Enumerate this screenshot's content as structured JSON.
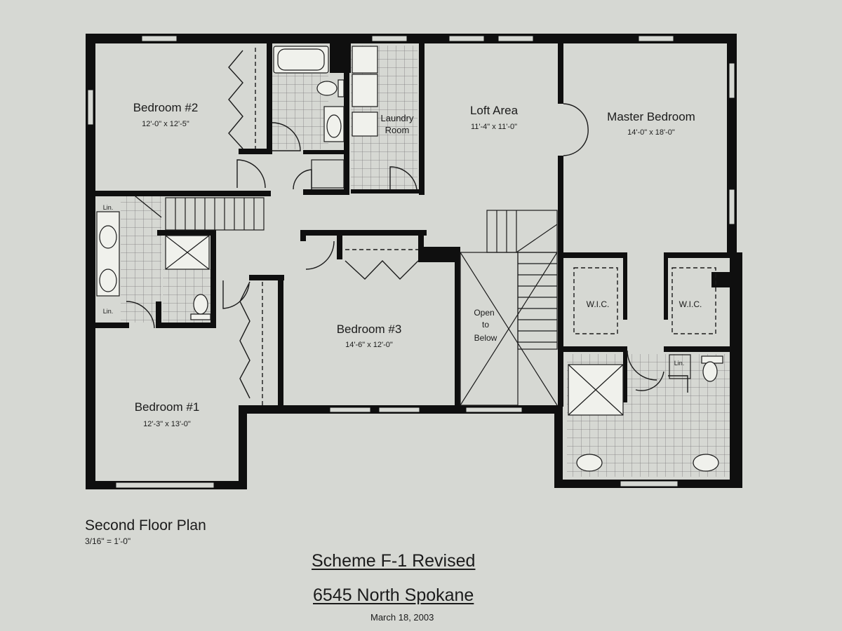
{
  "colors": {
    "paper": "#d6d8d3",
    "wall": "#0f0f0f",
    "ink": "#1b1b1b",
    "tile": "#7a7a7a"
  },
  "rooms": {
    "bedroom2": {
      "name": "Bedroom #2",
      "size": "12'-0\" x 12'-5\""
    },
    "laundry": {
      "name_line1": "Laundry",
      "name_line2": "Room"
    },
    "loft": {
      "name": "Loft Area",
      "size": "11'-4\" x 11'-0\""
    },
    "master": {
      "name": "Master Bedroom",
      "size": "14'-0\" x 18'-0\""
    },
    "bedroom3": {
      "name": "Bedroom #3",
      "size": "14'-6\" x 12'-0\""
    },
    "bedroom1": {
      "name": "Bedroom #1",
      "size": "12'-3\" x 13'-0\""
    },
    "open_below": {
      "line1": "Open",
      "line2": "to",
      "line3": "Below"
    },
    "wic_left": {
      "name": "W.I.C."
    },
    "wic_right": {
      "name": "W.I.C."
    }
  },
  "linen_labels": {
    "hall_top": "Lin.",
    "hall_bottom": "Lin.",
    "master_bath": "Lin."
  },
  "captions": {
    "plan_title": "Second Floor Plan",
    "scale": "3/16\" = 1'-0\"",
    "scheme": "Scheme F-1 Revised",
    "address": "6545 North Spokane",
    "date": "March 18, 2003"
  }
}
